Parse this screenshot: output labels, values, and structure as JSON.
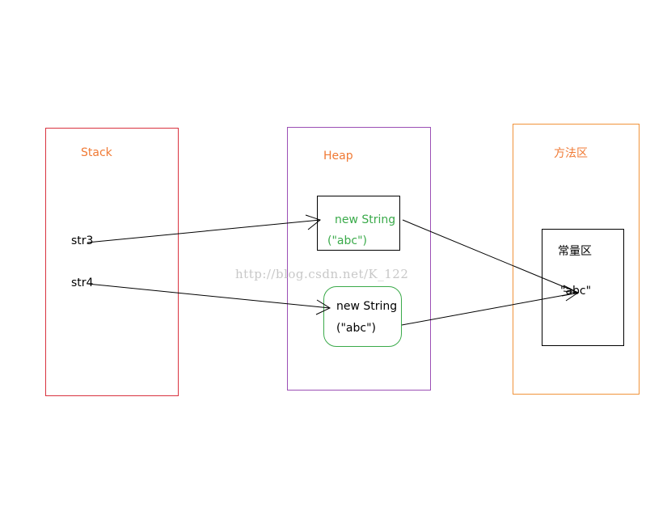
{
  "regions": {
    "stack": {
      "title": "Stack"
    },
    "heap": {
      "title": "Heap"
    },
    "method_area": {
      "title": "方法区"
    }
  },
  "variables": {
    "str3": "str3",
    "str4": "str4"
  },
  "heap_objects": {
    "obj1": {
      "line1": "new String",
      "line2": "(\"abc\")"
    },
    "obj2": {
      "line1": "new String",
      "line2": "(\"abc\")"
    }
  },
  "constant_pool": {
    "title": "常量区",
    "literal": "\"abc\""
  },
  "watermark": "http://blog.csdn.net/K_122",
  "colors": {
    "stack_border": "#d9333f",
    "heap_border": "#9b4fb5",
    "method_border": "#f0933a",
    "title_orange": "#f07a35",
    "green_text": "#3aaa4a",
    "green_border": "#3aaa4a",
    "black": "#000000"
  }
}
